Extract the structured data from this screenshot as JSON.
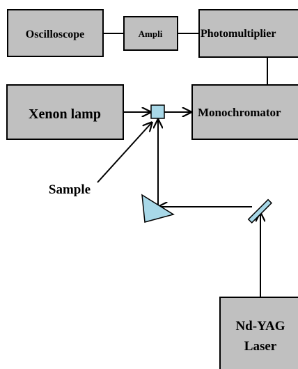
{
  "blocks": {
    "oscilloscope": "Oscilloscope",
    "ampli": "Ampli",
    "photomultiplier": "Photomultiplier",
    "xenon_lamp": "Xenon lamp",
    "monochromator": "Monochromator",
    "laser_line1": "Nd-YAG",
    "laser_line2": "Laser"
  },
  "annotations": {
    "sample": "Sample"
  },
  "colors": {
    "block_fill": "#c0c0c0",
    "optic_fill": "#a8d8e8",
    "line": "#000000"
  }
}
